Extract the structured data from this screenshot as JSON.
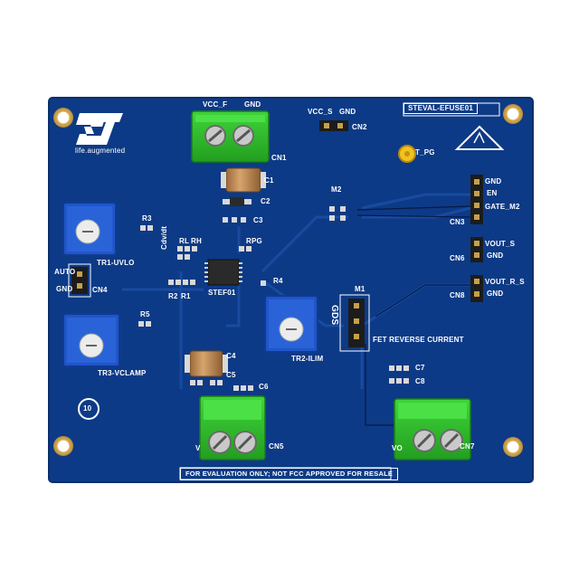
{
  "board": {
    "id": "STEVAL-EFUSE01",
    "tagline": "life.augmented",
    "disclaimer": "FOR EVALUATION ONLY; NOT FCC APPROVED FOR RESALE",
    "revision": "10",
    "colors": {
      "pcb": "#0d3a86",
      "silkscreen": "#ffffff",
      "terminal": "#2ec32a",
      "trimmer": "#1f56c8",
      "header": "#1c1c1c",
      "capacitor": "#c8905a",
      "testpoint": "#f2c21c"
    }
  },
  "labels": {
    "vcc_f": "VCC_F",
    "gnd_top": "GND",
    "cn1": "CN1",
    "vcc_s": "VCC_S",
    "gnd_s": "GND",
    "cn2": "CN2",
    "c1": "C1",
    "c2": "C2",
    "c3": "C3",
    "m2": "M2",
    "t_pg": "T_PG",
    "cn3_gnd": "GND",
    "cn3_en": "EN",
    "cn3_gate": "GATE_M2",
    "cn3": "CN3",
    "cn6_vout": "VOUT_S",
    "cn6_gnd": "GND",
    "cn6": "CN6",
    "cn8_vout": "VOUT_R_S",
    "cn8_gnd": "GND",
    "cn8": "CN8",
    "r3": "R3",
    "tr1": "TR1-UVLO",
    "cdvdt": "Cdv/dt",
    "rl": "RL",
    "rh": "RH",
    "rpg": "RPG",
    "auto": "AUTO",
    "gnd_l": "GND",
    "cn4": "CN4",
    "r2": "R2",
    "r1": "R1",
    "stef01": "STEF01",
    "r4": "R4",
    "r5": "R5",
    "tr3": "TR3-VCLAMP",
    "tr2": "TR2-ILIM",
    "m1": "M1",
    "gds": "GDS",
    "fet_rev": "FET REVERSE CURRENT",
    "c4": "C4",
    "c5": "C5",
    "c6": "C6",
    "c7": "C7",
    "c8": "C8",
    "cn5": "CN5",
    "cn7": "CN7",
    "vout_l": "V",
    "vout_r": "VO"
  }
}
